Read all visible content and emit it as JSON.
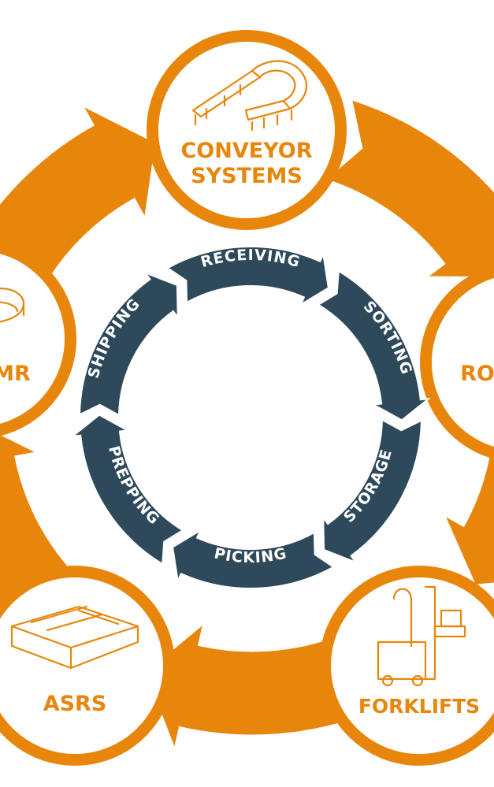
{
  "colors": {
    "orange": "#E8860C",
    "navy": "#2E4A5A",
    "white": "#ffffff"
  },
  "outer_nodes": [
    {
      "id": "conveyor",
      "label_lines": [
        "CONVEYOR",
        "SYSTEMS"
      ],
      "icon": "conveyor-icon"
    },
    {
      "id": "robots",
      "label_lines": [
        "RO"
      ],
      "icon": "robot-icon"
    },
    {
      "id": "forklifts",
      "label_lines": [
        "FORKLIFTS"
      ],
      "icon": "forklift-icon"
    },
    {
      "id": "asrs",
      "label_lines": [
        "ASRS"
      ],
      "icon": "asrs-icon"
    },
    {
      "id": "amr",
      "label_lines": [
        "MR"
      ],
      "icon": "amr-icon"
    }
  ],
  "inner_stages": [
    "RECEIVING",
    "SORTING",
    "STORAGE",
    "PICKING",
    "PREPPING",
    "SHIPPING"
  ]
}
